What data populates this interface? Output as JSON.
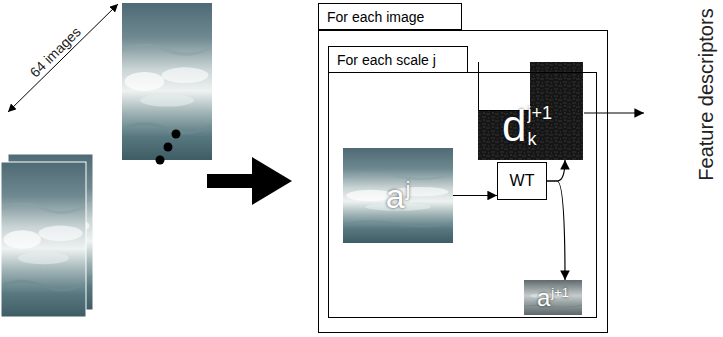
{
  "diagram": {
    "nodes": [
      {
        "text": [
          "For each image"
        ]
      },
      {
        "text": [
          "For each scale j"
        ],
        "in": 0
      },
      {
        "text": [
          "a",
          "j"
        ],
        "in": 1
      },
      {
        "text": [
          "WT"
        ],
        "in": 1
      },
      {
        "text": [
          "d",
          "j+1",
          "k"
        ],
        "in": 1
      },
      {
        "text": [
          "a",
          "j+1"
        ],
        "in": 1
      }
    ],
    "edges": [
      {
        "from": 2,
        "to": 3,
        "arrow": "to"
      },
      {
        "from": 3,
        "to": 4,
        "arrow": "to"
      },
      {
        "from": 3,
        "to": 5,
        "arrow": "to"
      }
    ],
    "labels": [
      "64 images",
      "Feature descriptors"
    ]
  }
}
